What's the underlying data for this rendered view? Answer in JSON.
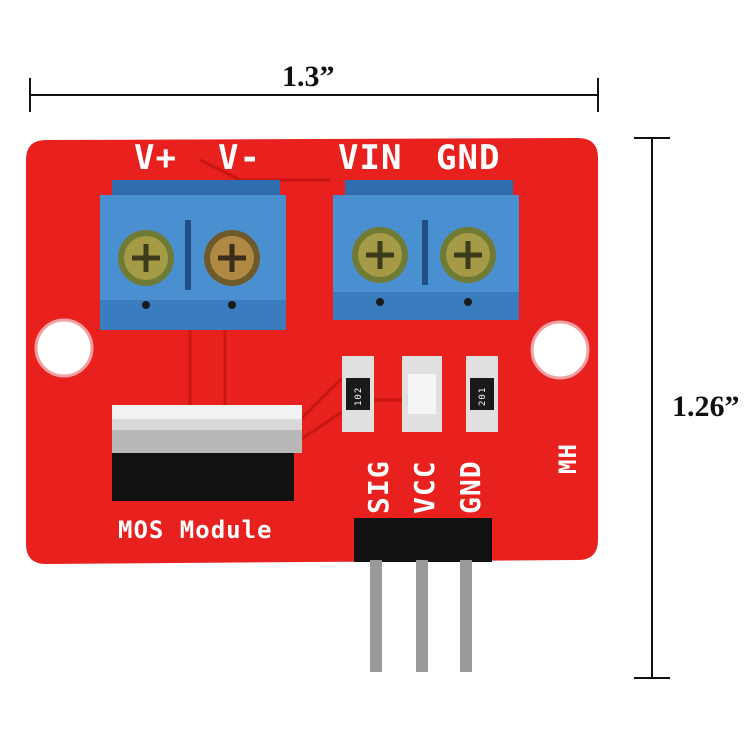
{
  "dimensions": {
    "width_label": "1.3”",
    "height_label": "1.26”"
  },
  "board": {
    "color": "#e8201e",
    "terminal_color": "#4a8fcf",
    "label_vplus": "V+",
    "label_vminus": "V-",
    "label_vin": "VIN",
    "label_gnd_top": "GND",
    "label_module": "MOS Module",
    "label_mh": "MH",
    "pin_labels": [
      "SIG",
      "VCC",
      "GND"
    ],
    "resistor_1": "102",
    "resistor_2": "201"
  }
}
